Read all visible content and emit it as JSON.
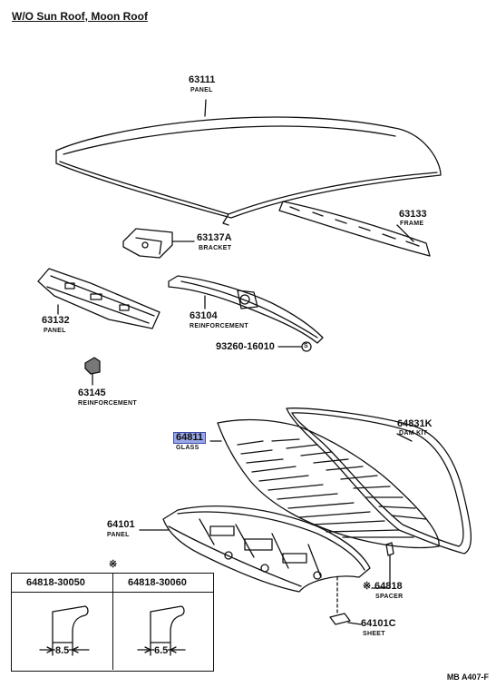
{
  "title": "W/O Sun Roof, Moon Roof",
  "diagram_code": "MB  A407-F",
  "parts": {
    "roof_panel": {
      "number": "63111",
      "name": "PANEL"
    },
    "frame": {
      "number": "63133",
      "name": "FRAME"
    },
    "bracket": {
      "number": "63137A",
      "name": "BRACKET"
    },
    "front_panel": {
      "number": "63132",
      "name": "PANEL"
    },
    "reinforcement_main": {
      "number": "63104",
      "name": "REINFORCEMENT"
    },
    "screw": {
      "number": "93260-16010",
      "symbol": "S"
    },
    "reinforcement_small": {
      "number": "63145",
      "name": "REINFORCEMENT"
    },
    "glass": {
      "number": "64811",
      "name": "GLASS"
    },
    "dam_kit": {
      "number": "64831K",
      "name": "DAM KIT"
    },
    "rear_panel": {
      "number": "64101",
      "name": "PANEL"
    },
    "spacer": {
      "number": "64818",
      "name": "SPACER",
      "mark": "※"
    },
    "sheet": {
      "number": "64101C",
      "name": "SHEET"
    }
  },
  "inset": {
    "mark": "※",
    "variants": [
      {
        "part_number": "64818-30050",
        "dimension": "8.5"
      },
      {
        "part_number": "64818-30060",
        "dimension": "6.5"
      }
    ]
  }
}
